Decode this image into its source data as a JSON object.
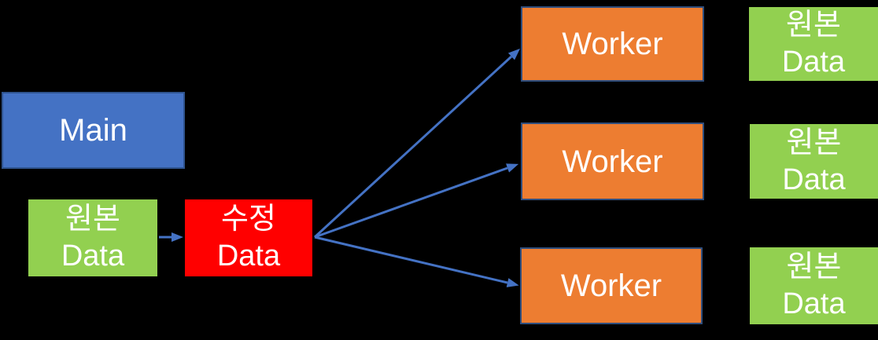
{
  "diagram": {
    "background_color": "#000000",
    "text_color": "#FFFFFF",
    "arrow_color": "#4472C4",
    "nodes": {
      "main": {
        "label": "Main",
        "fill": "#4472C4",
        "border_color": "#2F548F"
      },
      "source_data": {
        "line1": "원본",
        "line2": "Data",
        "fill": "#92D050"
      },
      "modified_data": {
        "line1": "수정",
        "line2": "Data",
        "fill": "#FF0000"
      },
      "worker_1": {
        "label": "Worker",
        "fill": "#ED7D31",
        "border_color": "#2F4E7D"
      },
      "worker_2": {
        "label": "Worker",
        "fill": "#ED7D31",
        "border_color": "#2F4E7D"
      },
      "worker_3": {
        "label": "Worker",
        "fill": "#ED7D31",
        "border_color": "#2F4E7D"
      },
      "worker_source_1": {
        "line1": "원본",
        "line2": "Data",
        "fill": "#92D050"
      },
      "worker_source_2": {
        "line1": "원본",
        "line2": "Data",
        "fill": "#92D050"
      },
      "worker_source_3": {
        "line1": "원본",
        "line2": "Data",
        "fill": "#92D050"
      }
    },
    "connections": [
      {
        "from": "source_data",
        "to": "modified_data"
      },
      {
        "from": "modified_data",
        "to": "worker_1"
      },
      {
        "from": "modified_data",
        "to": "worker_2"
      },
      {
        "from": "modified_data",
        "to": "worker_3"
      }
    ]
  }
}
